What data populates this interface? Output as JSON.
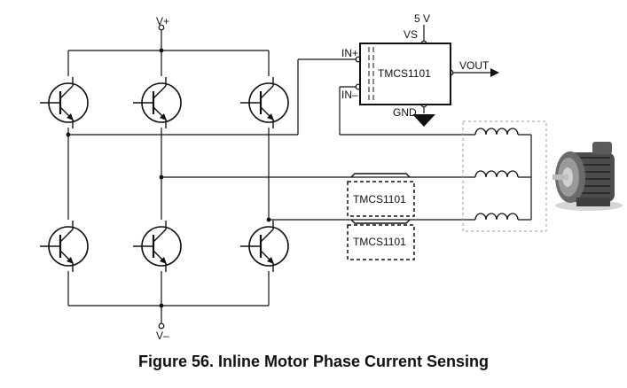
{
  "supply": {
    "positive": "V+",
    "negative": "V–"
  },
  "sensor": {
    "part": "TMCS1101",
    "vs_value": "5 V",
    "pins": {
      "vs": "VS",
      "in_pos": "IN+",
      "in_neg": "IN–",
      "gnd": "GND",
      "vout": "VOUT"
    }
  },
  "inline_sensors": [
    {
      "label": "TMCS1101"
    },
    {
      "label": "TMCS1101"
    }
  ],
  "caption": "Figure 56.  Inline Motor Phase Current Sensing"
}
